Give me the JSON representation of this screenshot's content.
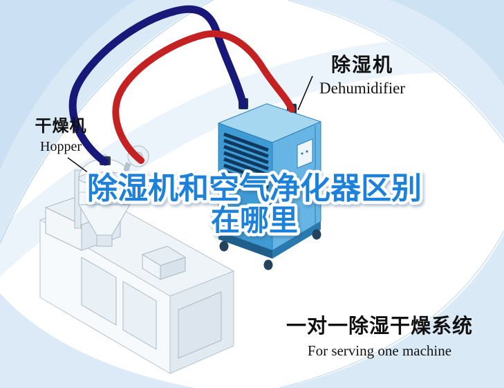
{
  "poster": {
    "title": {
      "line1": "除湿机和空气净化器区别",
      "line2": "在哪里"
    },
    "callouts": {
      "dehumidifier": {
        "cn": "除湿机",
        "en": "Dehumidifier"
      },
      "hopper": {
        "cn": "干燥机",
        "en": "Hopper"
      }
    },
    "caption": {
      "cn": "一对一除湿干燥系统",
      "en": "For serving one machine"
    },
    "colors": {
      "title_blue": "#1d80d9",
      "pipe_red": "#c42222",
      "pipe_navy": "#181878",
      "machine_blue": "#3f9bd3",
      "machine_blue_light": "#a6d7f1",
      "background_tint": "#d9e9f6",
      "text": "#111111"
    }
  }
}
